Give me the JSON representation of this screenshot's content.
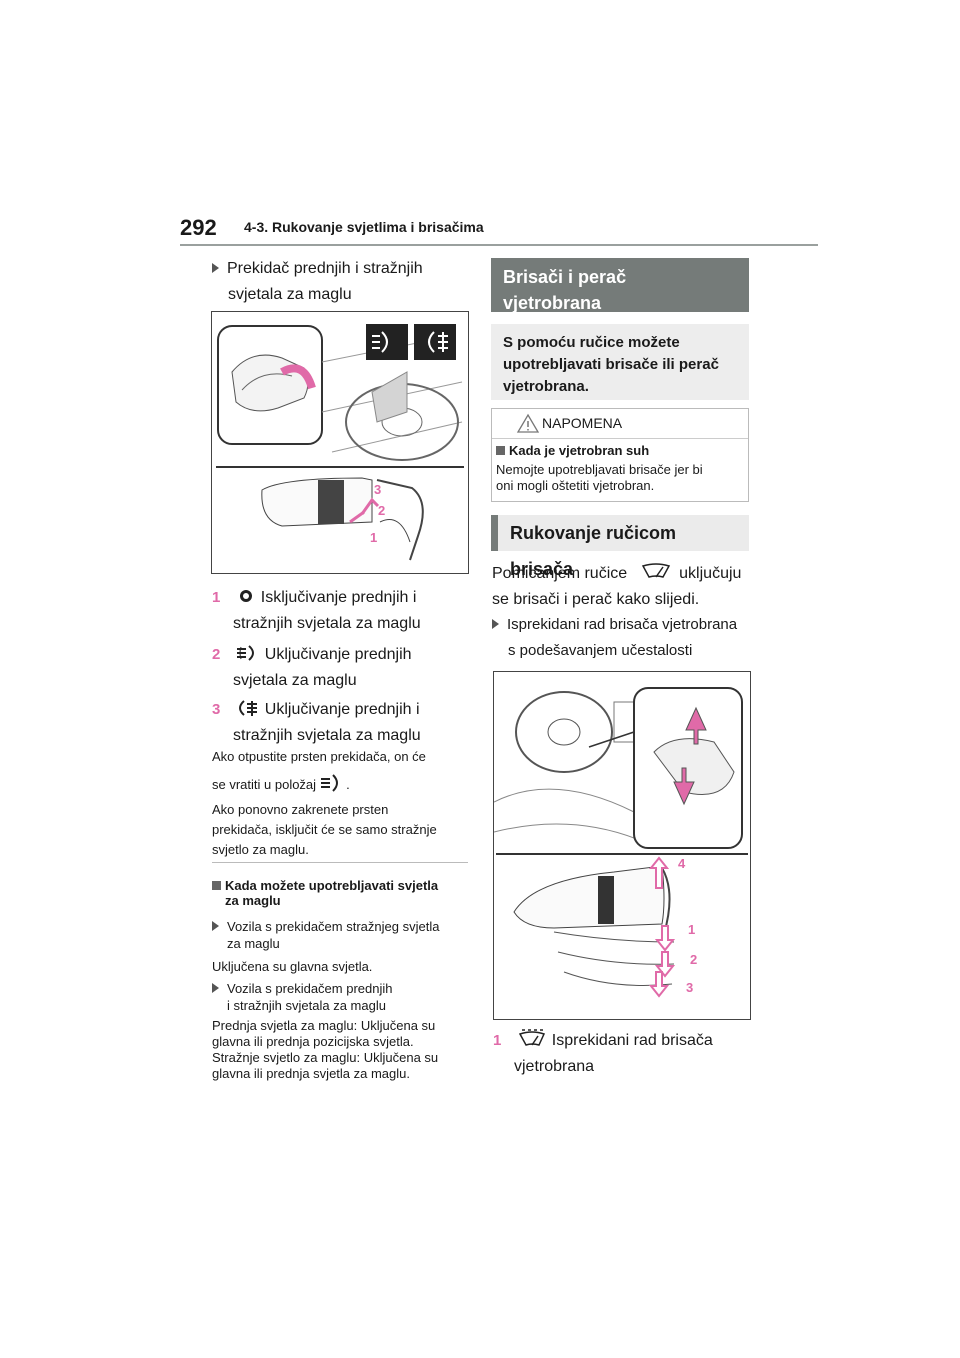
{
  "header": {
    "page_number": "292",
    "section": "4-3. Rukovanje svjetlima i brisačima"
  },
  "left": {
    "subtitle_line1": "Prekidač prednjih i stražnjih",
    "subtitle_line2": "svjetala za maglu",
    "figure1": {
      "callouts": [
        "3",
        "2",
        "1"
      ]
    },
    "items": [
      {
        "num": "1",
        "line1": "Isključivanje prednjih i",
        "line2": "stražnjih svjetala za maglu"
      },
      {
        "num": "2",
        "line1": "Uključivanje prednjih",
        "line2": "svjetala za maglu"
      },
      {
        "num": "3",
        "line1": "Uključivanje prednjih i",
        "line2": "stražnjih svjetala za maglu"
      }
    ],
    "note1_line1": "Ako otpustite prsten prekidača, on će",
    "note1_line2": "se vratiti u položaj",
    "note1_end": ".",
    "note2_line1": "Ako ponovno zakrenete prsten",
    "note2_line2": "prekidača, isključit će se samo stražnje",
    "note2_line3": "svjetlo za maglu.",
    "when_heading_line1": "Kada možete upotrebljavati svjetla",
    "when_heading_line2": "za maglu",
    "v1_line1": "Vozila s prekidačem stražnjeg svjetla",
    "v1_line2": "za maglu",
    "v1_text": "Uključena su glavna svjetla.",
    "v2_line1": "Vozila s prekidačem prednjih",
    "v2_line2": "i stražnjih svjetala za maglu",
    "v2_text_lines": [
      "Prednja svjetla za maglu: Uključena su",
      "glavna ili prednja pozicijska svjetla.",
      "Stražnje svjetlo za maglu: Uključena su",
      "glavna ili prednja svjetla za maglu."
    ]
  },
  "right": {
    "bar_title_line1": "Brisači i perač",
    "bar_title_line2": "vjetrobrana",
    "intro_lines": [
      "S pomoću ručice možete",
      "upotrebljavati brisače ili perač",
      "vjetrobrana."
    ],
    "note_title": "NAPOMENA",
    "note_heading": "Kada je vjetrobran suh",
    "note_lines": [
      "Nemojte upotrebljavati brisače jer bi",
      "oni mogli oštetiti vjetrobran."
    ],
    "section_heading": "Rukovanje ručicom brisača",
    "para_line1_a": "Pomicanjem ručice",
    "para_line1_b": "uključuju",
    "para_line2": "se brisači i perač kako slijedi.",
    "bullet_line1": "Isprekidani rad brisača vjetrobrana",
    "bullet_line2": "s podešavanjem učestalosti",
    "figure2": {
      "callouts": [
        "4",
        "1",
        "2",
        "3"
      ]
    },
    "item1_num": "1",
    "item1_line1": "Isprekidani rad brisača",
    "item1_line2": "vjetrobrana"
  },
  "colors": {
    "accent_pink": "#e06aa8",
    "bar_gray": "#757b79"
  }
}
